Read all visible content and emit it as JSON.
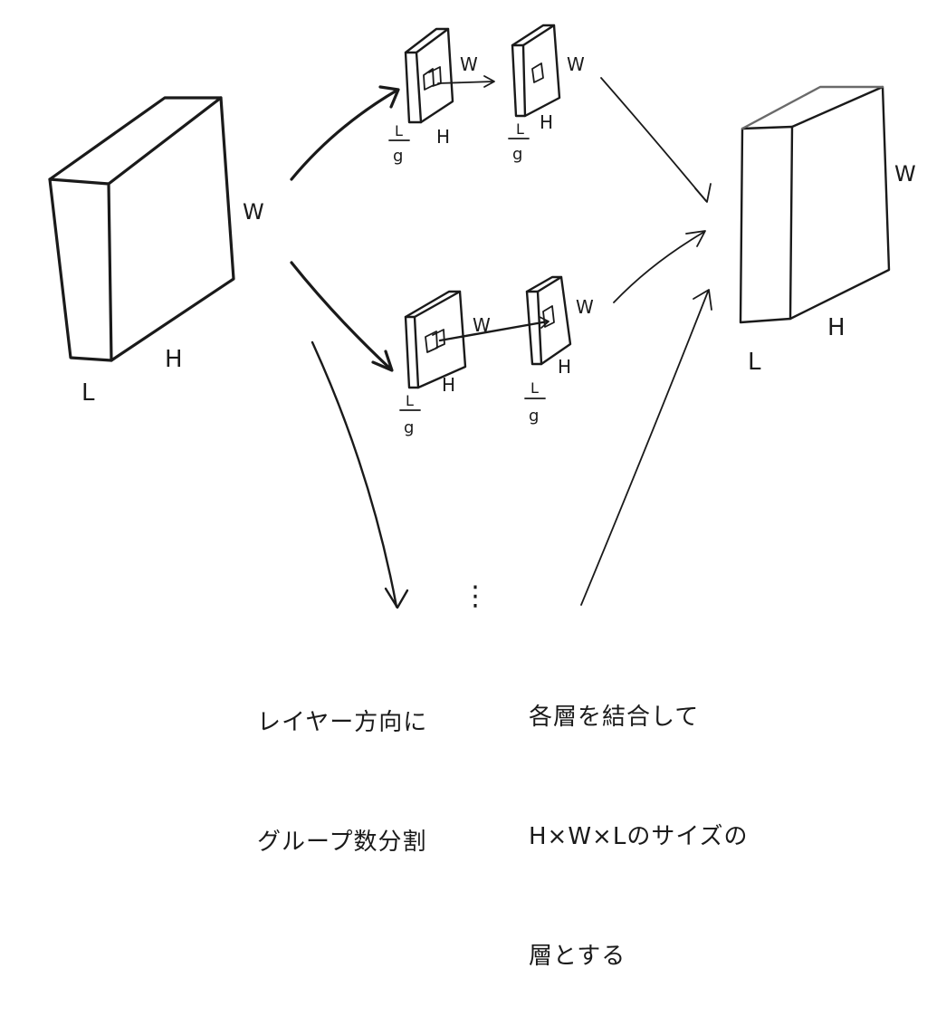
{
  "labels": {
    "W": "W",
    "H": "H",
    "L": "L",
    "frac_num": "L",
    "frac_den": "g"
  },
  "notes": {
    "split": [
      "レイヤー方向に",
      "グループ数分割"
    ],
    "concat": [
      "各層を結合して",
      "H×W×Lのサイズの",
      "層とする"
    ]
  },
  "continuation": "⋮"
}
